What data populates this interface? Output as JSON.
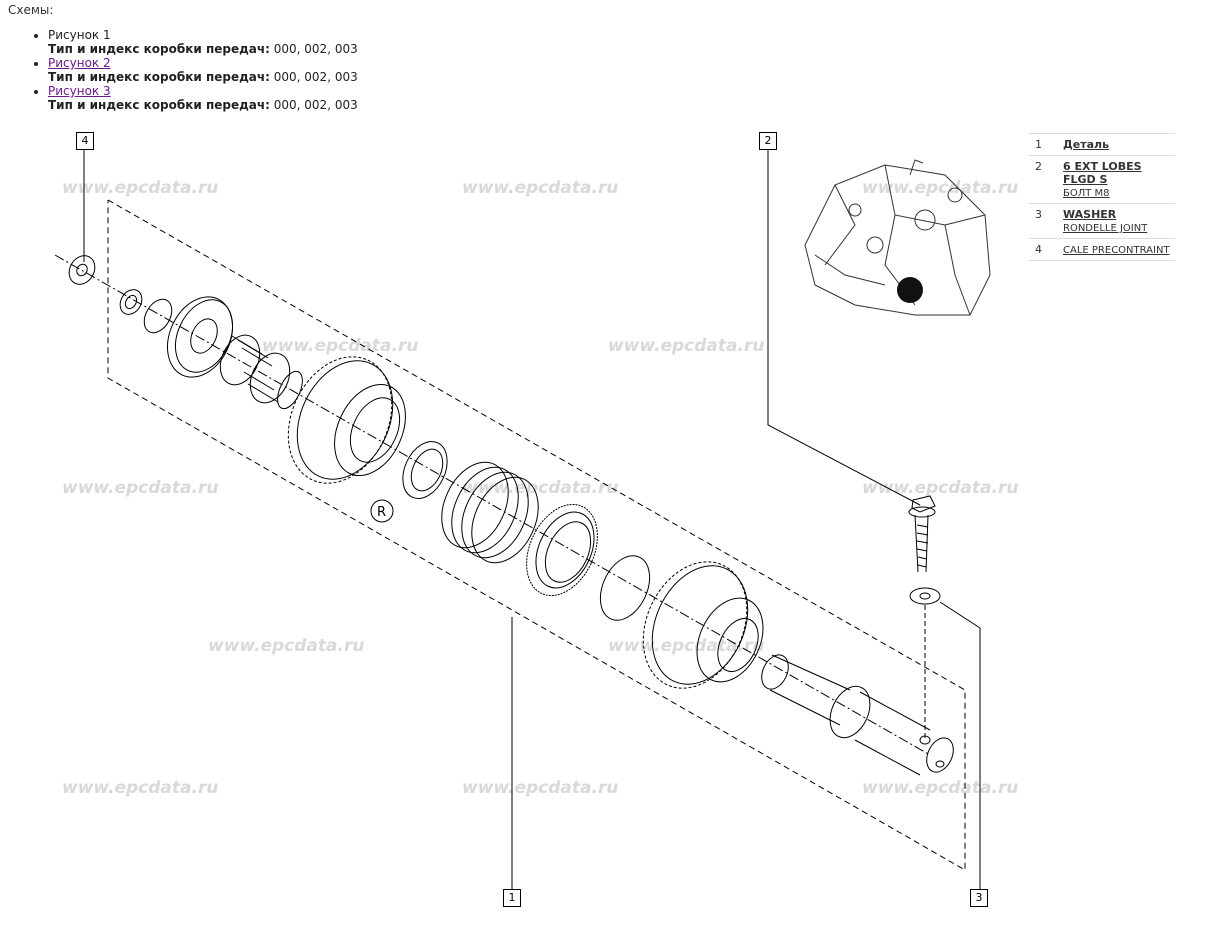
{
  "schemes": {
    "title": "Схемы:",
    "items": [
      {
        "label": "Рисунок 1",
        "link": false,
        "meta_label": "Тип и индекс коробки передач:",
        "meta_value": " 000, 002, 003"
      },
      {
        "label": "Рисунок 2",
        "link": true,
        "meta_label": "Тип и индекс коробки передач:",
        "meta_value": " 000, 002, 003"
      },
      {
        "label": "Рисунок 3",
        "link": true,
        "meta_label": "Тип и индекс коробки передач:",
        "meta_value": " 000, 002, 003"
      }
    ]
  },
  "watermark": "www.epcdata.ru",
  "callouts": {
    "c1": "1",
    "c2": "2",
    "c3": "3",
    "c4": "4",
    "r_mark": "R"
  },
  "parts": [
    {
      "num": "1",
      "name": "Деталь",
      "sub": ""
    },
    {
      "num": "2",
      "name": "6 EXT LOBES FLGD S",
      "sub": "БОЛТ М8"
    },
    {
      "num": "3",
      "name": "WASHER",
      "sub": "RONDELLE JOINT"
    },
    {
      "num": "4",
      "name": "",
      "sub": "CALE PRECONTRAINT"
    }
  ]
}
